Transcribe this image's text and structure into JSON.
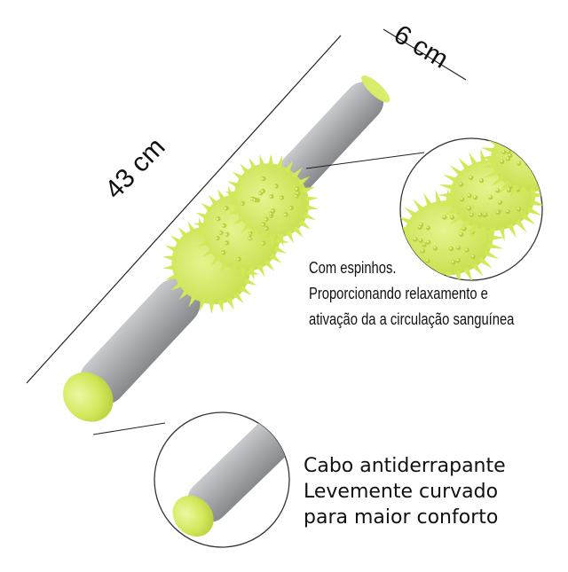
{
  "dimensions": {
    "length": "43 cm",
    "width": "6 cm"
  },
  "callouts": {
    "spikes": {
      "lines": [
        "Com espinhos.",
        "Proporcionando relaxamento e",
        "ativação da  a circulação sanguínea"
      ]
    },
    "handle": {
      "lines": [
        "Cabo antiderrapante",
        "Levemente curvado",
        "para maior conforto"
      ]
    }
  },
  "colors": {
    "handle_gray": "#a9abaf",
    "spike_green": "#d6ec5a",
    "cap_green": "#d4e85c"
  }
}
